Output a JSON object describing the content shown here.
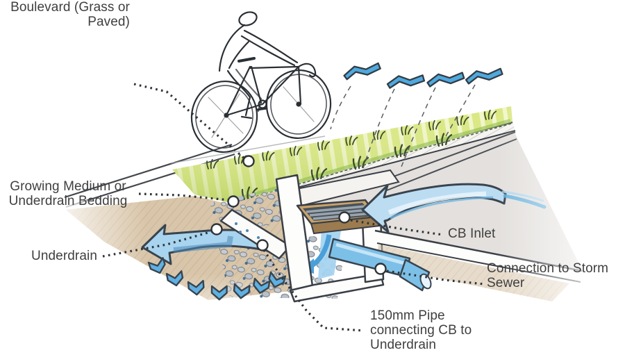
{
  "scene": {
    "description": "Hand-drawn street cross-section showing boulevard drainage: cyclist on bike path, grass boulevard, curb with catch basin inlet, storm sewer connection and underdrain in gravel bedding",
    "runoff_arrow_count": 4,
    "infiltration_arrow_count": 7
  },
  "labels": {
    "boulevard": {
      "lines": [
        "Boulevard (Grass or",
        "Paved)"
      ]
    },
    "growing_medium": {
      "lines": [
        "Growing Medium or",
        "Underdrain Bedding"
      ]
    },
    "underdrain": {
      "lines": [
        "Underdrain"
      ]
    },
    "cb_inlet": {
      "lines": [
        "CB Inlet"
      ]
    },
    "storm_sewer": {
      "lines": [
        "Connection to Storm",
        "Sewer"
      ]
    },
    "pipe_150mm": {
      "lines": [
        "150mm Pipe",
        "connecting CB to",
        "Underdrain"
      ]
    }
  },
  "colors": {
    "text": "#3f3f3f",
    "leader_dots": "#2f3337",
    "outline": "#39444e",
    "water_blue": "#4fa9de",
    "water_blue_light": "#a8d4ef",
    "grass_green": "#d9e77f",
    "grass_dark_green": "#8fbc4f",
    "soil_tan": "#d9c6aa",
    "gravel_grey": "#b8bfc6",
    "concrete_white": "#fdfdfc",
    "road_grey": "#d7d3cf",
    "grate_brown": "#9b7b4f"
  }
}
